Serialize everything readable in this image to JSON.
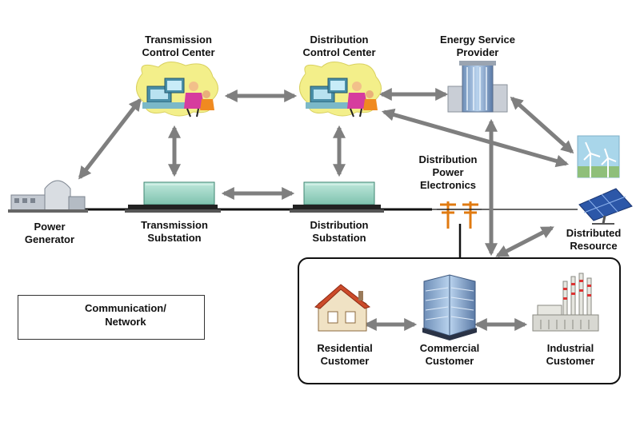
{
  "nodes": {
    "transmission_control_center": {
      "line1": "Transmission",
      "line2": "Control Center"
    },
    "distribution_control_center": {
      "line1": "Distribution",
      "line2": "Control Center"
    },
    "energy_service_provider": {
      "line1": "Energy Service",
      "line2": "Provider"
    },
    "power_generator": {
      "line1": "Power",
      "line2": "Generator"
    },
    "transmission_substation": {
      "line1": "Transmission",
      "line2": "Substation"
    },
    "distribution_substation": {
      "line1": "Distribution",
      "line2": "Substation"
    },
    "distribution_power_electronics": {
      "line1": "Distribution",
      "line2": "Power",
      "line3": "Electronics"
    },
    "distributed_resource": {
      "line1": "Distributed",
      "line2": "Resource"
    },
    "residential_customer": {
      "line1": "Residential",
      "line2": "Customer"
    },
    "commercial_customer": {
      "line1": "Commercial",
      "line2": "Customer"
    },
    "industrial_customer": {
      "line1": "Industrial",
      "line2": "Customer"
    }
  },
  "legend": {
    "line1": "Communication/",
    "line2": "Network"
  },
  "colors": {
    "arrow": "#7f7f7f",
    "power_line": "#111111",
    "substation": "#9ed6c6",
    "cloud": "#f3ef8a"
  }
}
